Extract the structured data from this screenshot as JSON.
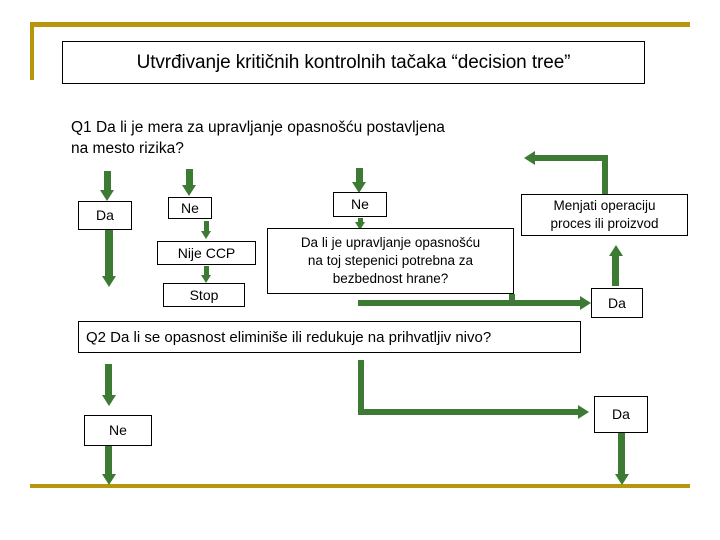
{
  "slide": {
    "title": "Utvrđivanje kritičnih kontrolnih tačaka “decision tree”",
    "accent_gold": "#b8960c",
    "accent_green": "#3d7a34",
    "text_color": "#000000",
    "background": "#ffffff"
  },
  "questions": {
    "q1": "Q1 Da li je mera za upravljanje opasnošću  postavljena na mesto rizika?",
    "q1_line1": "Q1 Da li je mera za upravljanje opasnošću  postavljena",
    "q1_line2": "na mesto rizika?",
    "q2": "Q2 Da li se opasnost eliminiše ili redukuje na prihvatljiv nivo?",
    "q_big_line1": "Da li je upravljanje opasnošću",
    "q_big_line2": "na toj stepenici potrebna za",
    "q_big_line3": "bezbednost hrane?"
  },
  "nodes": {
    "da_top": "Da",
    "ne_mid": "Ne",
    "nije_ccp": "Nije  CCP",
    "stop": "Stop",
    "ne_right": "Ne",
    "menjati_line1": "Menjati operaciju",
    "menjati_line2": "proces ili proizvod",
    "da_mid_right": "Da",
    "ne_bottom": "Ne",
    "da_bottom": "Da"
  }
}
